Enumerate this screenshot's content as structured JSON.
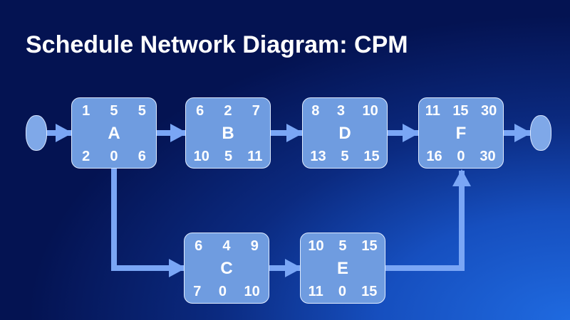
{
  "title": "Schedule Network Diagram: CPM",
  "colors": {
    "arrow": "#7aa6f5",
    "node_fill": "#6f9ce0",
    "node_border": "#e0ecff"
  },
  "nodes": {
    "A": {
      "label": "A",
      "top": [
        "1",
        "5",
        "5"
      ],
      "bottom": [
        "2",
        "0",
        "6"
      ]
    },
    "B": {
      "label": "B",
      "top": [
        "6",
        "2",
        "7"
      ],
      "bottom": [
        "10",
        "5",
        "11"
      ]
    },
    "C": {
      "label": "C",
      "top": [
        "6",
        "4",
        "9"
      ],
      "bottom": [
        "7",
        "0",
        "10"
      ]
    },
    "D": {
      "label": "D",
      "top": [
        "8",
        "3",
        "10"
      ],
      "bottom": [
        "13",
        "5",
        "15"
      ]
    },
    "E": {
      "label": "E",
      "top": [
        "10",
        "5",
        "15"
      ],
      "bottom": [
        "11",
        "0",
        "15"
      ]
    },
    "F": {
      "label": "F",
      "top": [
        "11",
        "15",
        "30"
      ],
      "bottom": [
        "16",
        "0",
        "30"
      ]
    }
  },
  "edges": [
    {
      "from": "start",
      "to": "A"
    },
    {
      "from": "A",
      "to": "B"
    },
    {
      "from": "B",
      "to": "D"
    },
    {
      "from": "D",
      "to": "F"
    },
    {
      "from": "F",
      "to": "end"
    },
    {
      "from": "A",
      "to": "C"
    },
    {
      "from": "C",
      "to": "E"
    },
    {
      "from": "E",
      "to": "F"
    }
  ]
}
